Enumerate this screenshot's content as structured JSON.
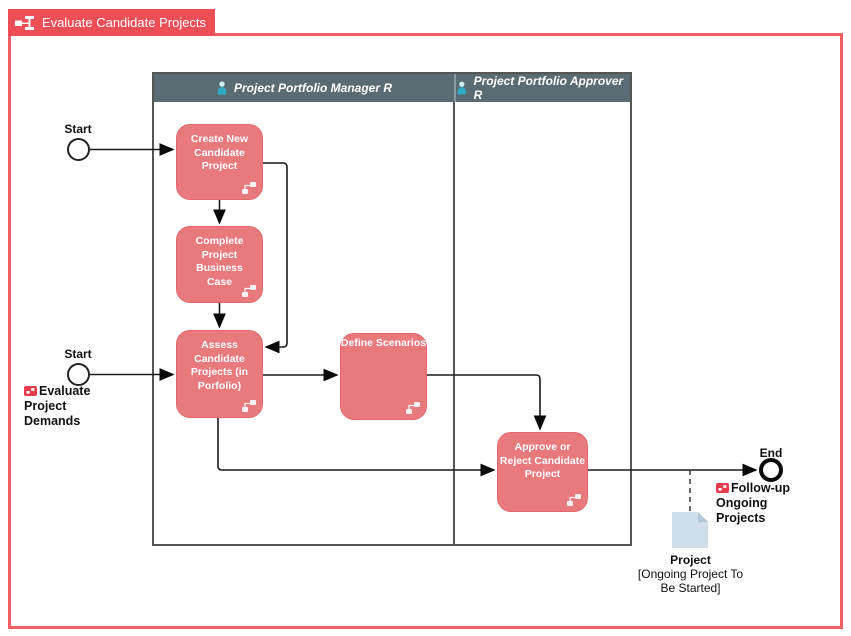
{
  "title": {
    "label": "Evaluate Candidate Projects",
    "icon": "process-hierarchy-icon"
  },
  "pool": {
    "lanes": [
      {
        "label": "Project Portfolio Manager R",
        "icon": "person-icon"
      },
      {
        "label": "Project Portfolio Approver R",
        "icon": "person-icon"
      }
    ]
  },
  "nodes": {
    "start1": {
      "label": "Start"
    },
    "start2": {
      "label": "Start",
      "annotation": "Evaluate Project\nDemands"
    },
    "task_create": {
      "label": "Create New\nCandidate\nProject"
    },
    "task_complete": {
      "label": "Complete\nProject Business\nCase"
    },
    "task_assess": {
      "label": "Assess\nCandidate\nProjects (in\nPorfolio)"
    },
    "task_define": {
      "label": "Define Scenarios"
    },
    "task_approve": {
      "label": "Approve or\nReject Candidate\nProject"
    },
    "end": {
      "label": "End",
      "annotation": "Follow-up Ongoing\nProjects"
    },
    "document": {
      "title": "Project",
      "subtitle": "[Ongoing Project To\nBe Started]"
    }
  },
  "colors": {
    "accent_red": "#ee4e56",
    "border_red": "#f25f63",
    "task_fill": "#e8797d",
    "lane_header_gray": "#5b6b74",
    "person_icon_teal": "#31aac6",
    "document_fill": "#cfdee9",
    "annotation_icon_red": "#e73b4e",
    "connector_black": "#1a1a1a",
    "pool_border_gray": "#555555"
  }
}
